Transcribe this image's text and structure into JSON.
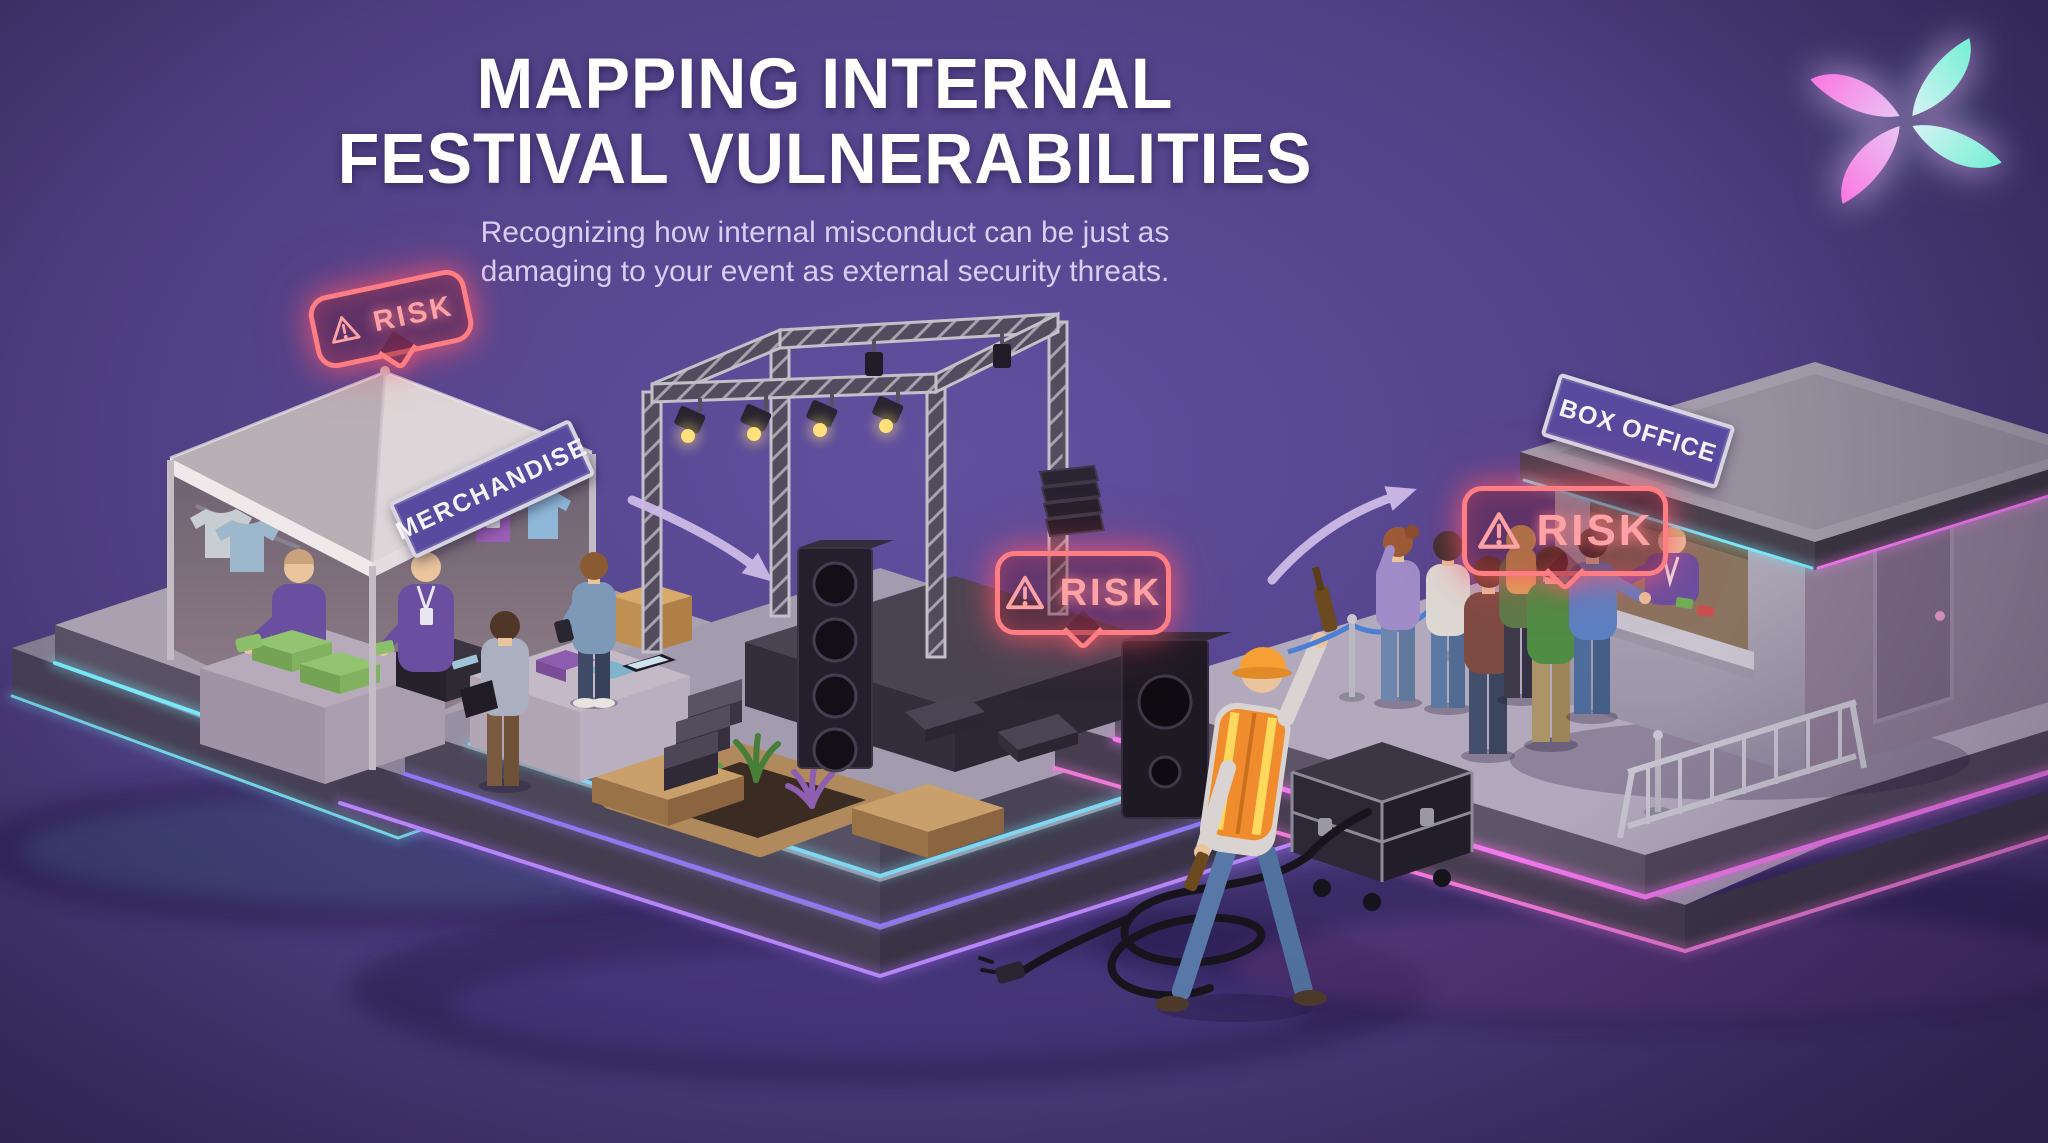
{
  "header": {
    "title_line1": "MAPPING INTERNAL",
    "title_line2": "FESTIVAL VULNERABILITIES",
    "subtitle_line1": "Recognizing how internal misconduct can be just as",
    "subtitle_line2": "damaging to your event as external security threats."
  },
  "labels": {
    "risk": "RISK",
    "merchandise_sign": "MERCHANDISE",
    "box_office_sign": "BOX OFFICE"
  },
  "icons": {
    "warning": "warning-triangle-icon",
    "flow_arrow": "curved-arrow-icon",
    "brand": "butterfly-petals-logo"
  },
  "theme": {
    "bg_center": "#60509f",
    "bg_edge": "#3e3066",
    "title_color": "#ffffff",
    "subtitle_color": "#d9cdf2",
    "risk_border": "#ff7e84",
    "risk_text": "#ffa2a6",
    "risk_fill": "rgba(112,24,48,0.40)",
    "neon_cyan": "#79e8f7",
    "neon_violet": "#8d78f5",
    "neon_pink": "#f478ee",
    "sign_bg": "#584a9e",
    "sign_text": "#f6f3fb",
    "sign_frame": "#d8d5e2",
    "arrow_color": "#cdbae8",
    "logo_pink": "#fb76e2",
    "logo_cyan": "#74f0d4"
  }
}
